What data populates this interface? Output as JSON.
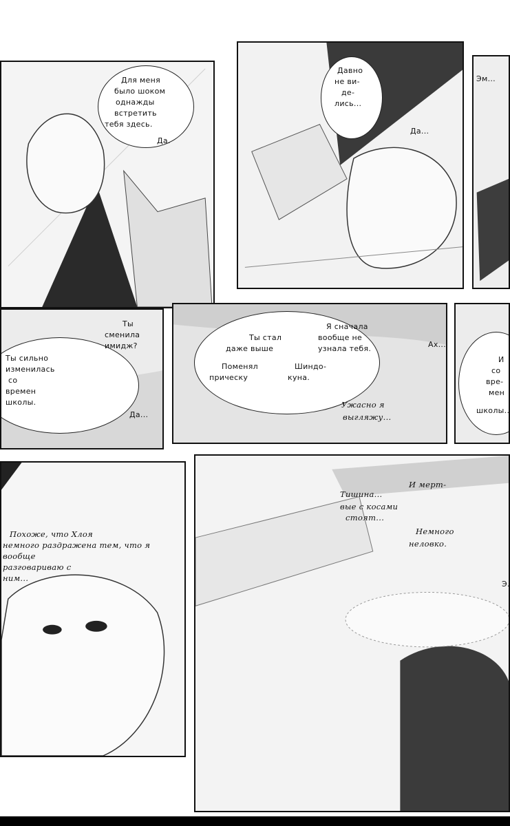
{
  "panels": {
    "p1": {
      "lines": [
        "Для меня",
        "было шоком",
        "однажды",
        "встретить",
        "тебя здесь."
      ],
      "reply": "Да."
    },
    "p2": {
      "lines": [
        "Давно",
        "не ви-",
        "де-",
        "лись..."
      ],
      "reply": "Да..."
    },
    "p3": {
      "line": "Эм..."
    },
    "p4": {
      "lines": [
        "Ты",
        "сменила",
        "имидж?",
        "Ты сильно",
        "изменилась",
        "со",
        "времен",
        "школы."
      ],
      "reply": "Да..."
    },
    "p5": {
      "lines": [
        "Я сначала",
        "вообще не",
        "узнала тебя.",
        "Ты стал",
        "даже выше",
        "Поменял",
        "прическу",
        "Шиндо-",
        "куна."
      ],
      "sub": [
        "Ужасно я",
        "выгляжу..."
      ],
      "aside": "Ах..."
    },
    "p6": {
      "lines": [
        "И",
        "со",
        "вре-",
        "мен",
        "школы..."
      ]
    },
    "p7": {
      "lines": [
        "Похоже, что Хлоя",
        "немного раздражена тем, что я",
        "вообще",
        "разговариваю с",
        "ним..."
      ]
    },
    "p8": {
      "lines": [
        "Тишина...",
        "И мерт-",
        "вые с косами",
        "стоят..."
      ],
      "sub": [
        "Немного",
        "неловко."
      ]
    },
    "p9": {
      "lines": [
        "Э..."
      ]
    }
  }
}
